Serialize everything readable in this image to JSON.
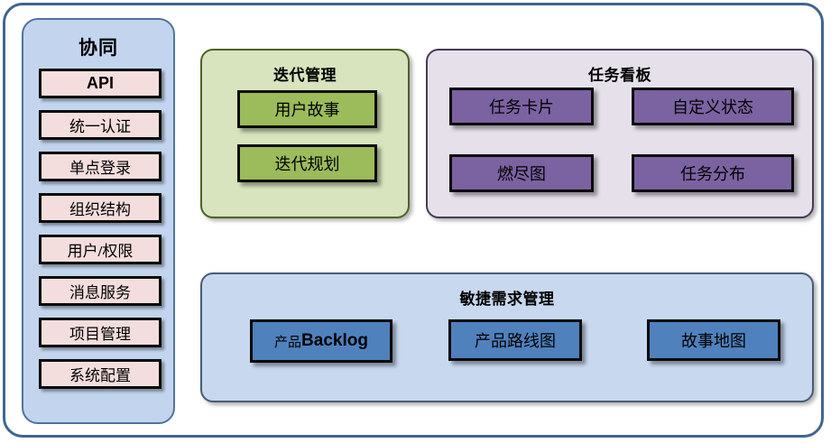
{
  "diagram": {
    "title": "",
    "colors": {
      "frame_border": "#3f6592",
      "sidebar_fill": "#c3d5ee",
      "sidebar_border": "#4f739f",
      "sidebar_item_fill": "#f4dedd",
      "iteration_panel_fill": "#d7e4bd",
      "iteration_panel_border": "#4e6228",
      "iteration_card_fill": "#9cbb5a",
      "taskboard_panel_fill": "#e5e0ea",
      "taskboard_panel_border": "#463b53",
      "taskboard_card_fill": "#7b62a1",
      "agile_panel_fill": "#c7d8ef",
      "agile_panel_border": "#4a5b73",
      "agile_card_fill": "#4f81bd",
      "card_border": "#0a0a0a"
    }
  },
  "sidebar": {
    "title": "协同",
    "items": [
      {
        "label": "API",
        "latin": true
      },
      {
        "label": "统一认证",
        "latin": false
      },
      {
        "label": "单点登录",
        "latin": false
      },
      {
        "label": "组织结构",
        "latin": false
      },
      {
        "label": "用户/权限",
        "latin": false
      },
      {
        "label": "消息服务",
        "latin": false
      },
      {
        "label": "项目管理",
        "latin": false
      },
      {
        "label": "系统配置",
        "latin": false
      }
    ]
  },
  "panels": {
    "iteration": {
      "title": "迭代管理",
      "cards": [
        {
          "label": "用户故事"
        },
        {
          "label": "迭代规划"
        }
      ]
    },
    "taskboard": {
      "title": "任务看板",
      "cards": [
        {
          "label": "任务卡片"
        },
        {
          "label": "自定义状态"
        },
        {
          "label": "燃尽图"
        },
        {
          "label": "任务分布"
        }
      ]
    },
    "agile": {
      "title": "敏捷需求管理",
      "cards": [
        {
          "label_cjk": "产品",
          "label_latin": "Backlog"
        },
        {
          "label": "产品路线图"
        },
        {
          "label": "故事地图"
        }
      ]
    }
  }
}
